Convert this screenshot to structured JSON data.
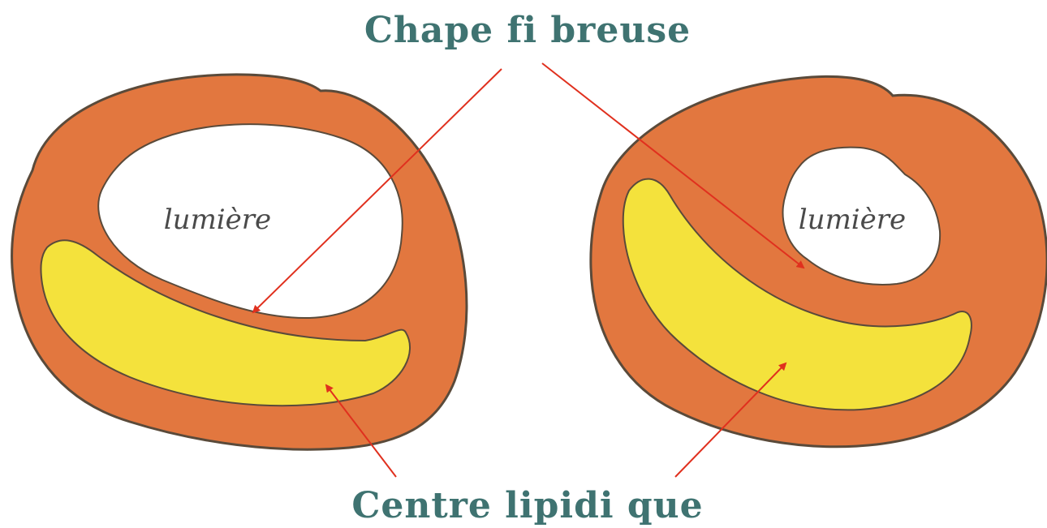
{
  "labels": {
    "fibrous_cap": "Chape fi breuse",
    "lipid_core": "Centre lipidi que",
    "lumen_left": "lumière",
    "lumen_right": "lumière"
  },
  "colors": {
    "wall": "#e2773f",
    "wall_outline": "#5a4a3a",
    "lipid": "#f4e23c",
    "lumen": "#ffffff",
    "title_text": "#3f7371",
    "lumen_text": "#4a4a4a",
    "arrow": "#e0301e"
  }
}
